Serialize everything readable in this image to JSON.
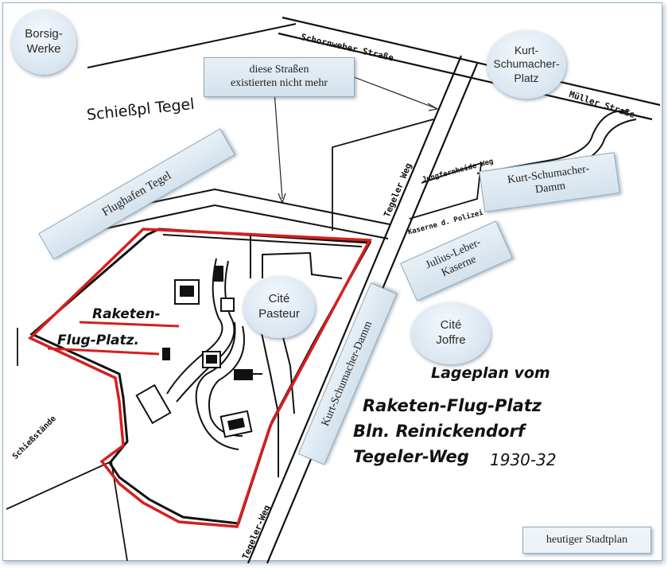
{
  "map": {
    "circle_labels": [
      {
        "id": "borsig",
        "text": "Borsig-\nWerke"
      },
      {
        "id": "kurt-platz",
        "text": "Kurt-\nSchumacher-\nPlatz"
      },
      {
        "id": "cite-pasteur",
        "text": "Cité\nPasteur"
      },
      {
        "id": "cite-joffre",
        "text": "Cité\nJoffre"
      }
    ],
    "box_labels": {
      "note": "diese Straßen\nexistierten nicht mehr",
      "flughafen": "Flughafen Tegel",
      "kurt_damm_top": "Kurt-Schumacher-\nDamm",
      "julius": "Julius-Leber-\nKaserne",
      "kurt_damm_vertical": "Kurt-Schumacher-Damm",
      "legend": "heutiger Stadtplan"
    },
    "handwritten": {
      "schiessplatz": "Schießpl Tegel",
      "raketen_line1": "Raketen-",
      "raketen_line2": "Flug-Platz.",
      "title_line1": "Lageplan vom",
      "title_line2": "Raketen-Flug-Platz",
      "title_line3": "Bln. Reinickendorf",
      "title_line4": "Tegeler-Weg",
      "title_years": "1930-32"
    },
    "streets": {
      "schorn": "Schornweber Straße",
      "mueller": "Müller Straße",
      "tegeler_weg_top": "Tegeler Weg",
      "tegeler_weg_bottom": "Tegeler-Weg",
      "jungfern": "Jungfernheide Weg",
      "kaserne": "Kaserne d. Polizei",
      "schiess": "Schießstände"
    },
    "colors": {
      "boundary": "#d61f1f",
      "label_fill": "#dde8f2",
      "frame_border": "#9ab3c4"
    }
  }
}
